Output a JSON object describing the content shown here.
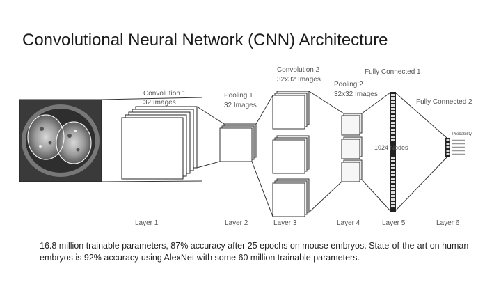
{
  "slide": {
    "title": "Convolutional Neural Network (CNN) Architecture",
    "caption": "16.8 million trainable parameters, 87% accuracy after 25 epochs on mouse embryos. State-of-the-art on human embryos is 92% accuracy using AlexNet with some 60 million trainable parameters."
  },
  "diagram": {
    "input_image": "embryo-micrograph",
    "labels": {
      "conv1_title": "Convolution 1",
      "conv1_sub": "32 Images",
      "pool1_title": "Pooling 1",
      "pool1_sub": "32 Images",
      "conv2_title": "Convolution 2",
      "conv2_sub": "32x32 Images",
      "pool2_title": "Pooling 2",
      "pool2_sub": "32x32 Images",
      "fc1": "Fully Connected 1",
      "fc2": "Fully Connected 2",
      "nodes": "1024 Nodes",
      "probability": "Probability"
    },
    "layers": [
      "Layer 1",
      "Layer 2",
      "Layer 3",
      "Layer 4",
      "Layer 5",
      "Layer 6"
    ]
  }
}
